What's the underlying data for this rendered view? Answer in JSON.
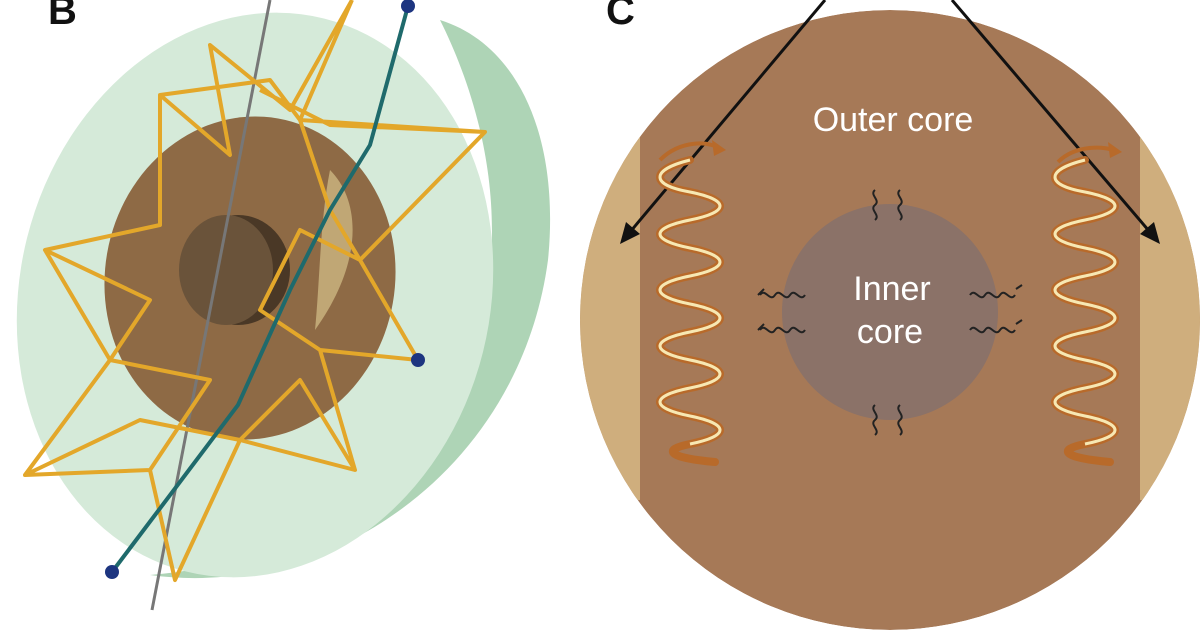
{
  "panels": {
    "left": {
      "label": "B"
    },
    "right": {
      "label": "C",
      "outer_core_label": "Outer core",
      "inner_core_label_line1": "Inner",
      "inner_core_label_line2": "core"
    }
  },
  "colors": {
    "mantle_light": "#d5ead9",
    "mantle_shadow": "#aed4b6",
    "outer_core_b": "#8e6a45",
    "inner_core_b": "#5f4a33",
    "ray_paths": "#e3a72a",
    "ray_straight": "#1f6a6c",
    "axis_line": "#777777",
    "station": "#1d3580",
    "outer_core_c": "#a67957",
    "inner_core_c": "#8b7268",
    "tangent_cylinder_edge": "#cfae7d",
    "helix_dark": "#b86a2a",
    "helix_light": "#f7e8b3",
    "arrows": "#111111"
  }
}
